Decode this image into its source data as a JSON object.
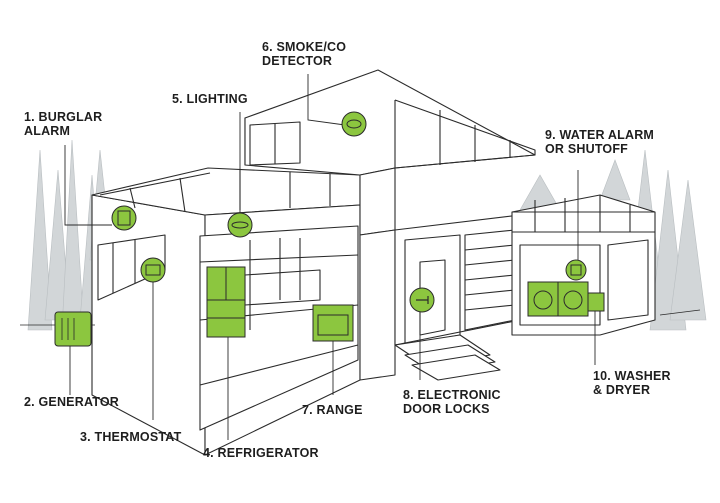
{
  "colors": {
    "accent": "#8cc63f",
    "line": "#2b2b2b",
    "trees": "#cfd3d5"
  },
  "labels": {
    "burglar_alarm": {
      "line1": "1. BURGLAR",
      "line2": "ALARM",
      "icon": "alarm-panel-icon"
    },
    "generator": {
      "text": "2. GENERATOR",
      "icon": "generator-icon"
    },
    "thermostat": {
      "text": "3. THERMOSTAT",
      "icon": "thermostat-icon"
    },
    "refrigerator": {
      "text": "4. REFRIGERATOR",
      "icon": "refrigerator-icon"
    },
    "lighting": {
      "text": "5. LIGHTING",
      "icon": "light-fixture-icon"
    },
    "smoke_co": {
      "line1": "6. SMOKE/CO",
      "line2": "DETECTOR",
      "icon": "smoke-detector-icon"
    },
    "range": {
      "text": "7. RANGE",
      "icon": "range-icon"
    },
    "door_locks": {
      "line1": "8. ELECTRONIC",
      "line2": "DOOR LOCKS",
      "icon": "door-lock-icon"
    },
    "water_alarm": {
      "line1": "9. WATER ALARM",
      "line2": "OR SHUTOFF",
      "icon": "water-sensor-icon"
    },
    "washer_dryer": {
      "line1": "10. WASHER",
      "line2": "& DRYER",
      "icon": "washer-dryer-icon"
    }
  }
}
